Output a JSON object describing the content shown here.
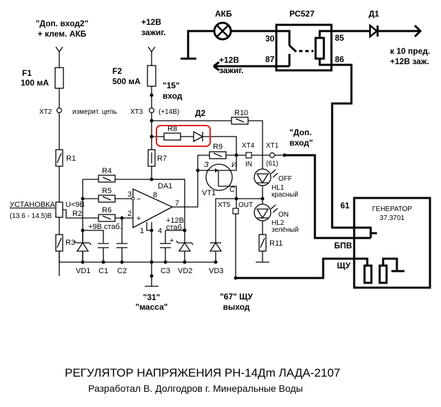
{
  "title": "РЕГУЛЯТОР  НАПРЯЖЕНИЯ РН-14Дm  ЛАДА-2107",
  "subtitle": "Разработал  В. Долгодров  г. Минеральные Воды",
  "inputs": {
    "aux2_line1": "\"Доп. вход2\"",
    "aux2_line2": "+ клем. АКБ",
    "ign_line1": "+12В",
    "ign_line2": "зажиг.",
    "in15_line1": "\"15\"",
    "in15_line2": "вход",
    "aux_line1": "\"Доп.",
    "aux_line2": "вход\""
  },
  "fuses": {
    "f1_name": "F1",
    "f1_rating": "100 мА",
    "f2_name": "F2",
    "f2_rating": "500 мА"
  },
  "connectors": {
    "xt1": "XT1",
    "xt1_note": "(61)",
    "xt2": "XT2",
    "xt2_note": "измерит. цепь",
    "xt3": "XT3",
    "xt3_note": "(+14В)",
    "xt4": "XT4",
    "xt4_note": "IN",
    "xt5": "XT5",
    "xt5_note": "OUT"
  },
  "resistors": [
    "R1",
    "R2",
    "R3",
    "R4",
    "R5",
    "R6",
    "R7",
    "R8",
    "R9",
    "R10",
    "R11"
  ],
  "diodes": {
    "d1": "Д1",
    "d2": "Д2",
    "vd1": "VD1",
    "vd2": "VD2",
    "vd3": "VD3"
  },
  "caps": {
    "c1": "C1",
    "c2": "C2",
    "c3": "C3"
  },
  "opamp": {
    "name": "DA1",
    "pin1": "1",
    "pin2": "2",
    "pin3": "3",
    "pin4": "4",
    "pin7": "7",
    "pin8": "8"
  },
  "transistor": {
    "name": "VT1",
    "gate": "З",
    "source": "И",
    "drain": "С"
  },
  "leds": {
    "hl1": "HL1",
    "hl1_color": "красный",
    "hl1_state": "OFF",
    "hl2": "HL2",
    "hl2_color": "зелёный",
    "hl2_state": "ON"
  },
  "setup": {
    "label": "УСТАНОВКА",
    "range": "(13.6 - 14.5)В",
    "u": "U<9В"
  },
  "rails": {
    "v9": "+9В стаб.",
    "v12_line1": "+12В",
    "v12_line2": "стаб."
  },
  "ground": {
    "line1": "\"31\"",
    "line2": "\"масса\""
  },
  "output": {
    "line1": "\"67\" ЩУ",
    "line2": "выход"
  },
  "relay": {
    "name": "РС527",
    "p30": "30",
    "p85": "85",
    "p86": "86",
    "p87": "87",
    "out_line1": "+12В",
    "out_line2": "зажиг."
  },
  "battery_lamp": "АКБ",
  "prewarn": {
    "line1": "к 10 пред.",
    "line2": "+12В заж."
  },
  "generator": {
    "line1": "ГЕНЕРАТОР",
    "line2": "37.3701",
    "t61": "61",
    "bpv": "БПВ",
    "shu": "ЩУ"
  },
  "highlight_color": "#e02020"
}
